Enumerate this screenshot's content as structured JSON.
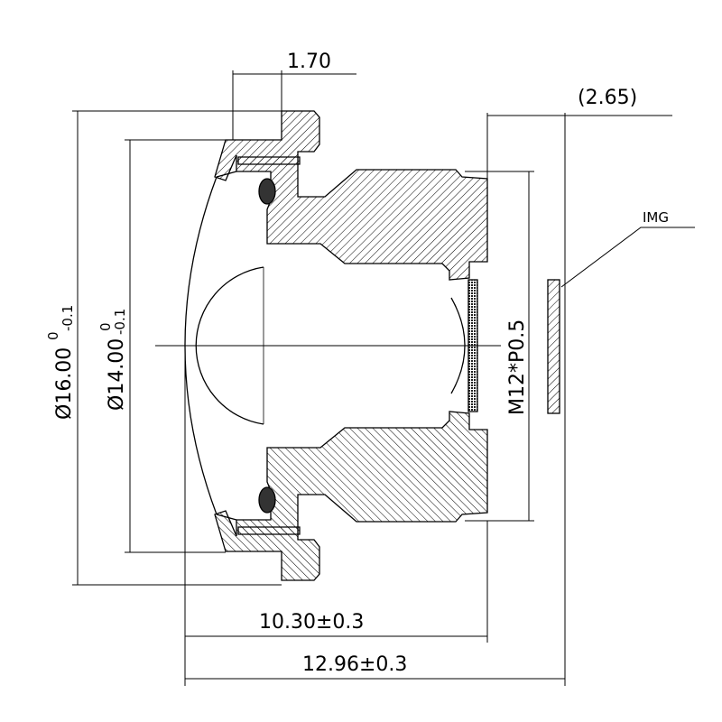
{
  "drawing": {
    "dim_flange_width": "1.70",
    "dim_image_offset": "(2.65)",
    "dim_outer_diameter": {
      "main": "Ø16.00",
      "upper_tol": "0",
      "lower_tol": "-0.1"
    },
    "dim_inner_diameter": {
      "main": "Ø14.00",
      "upper_tol": "0",
      "lower_tol": "-0.1"
    },
    "dim_thread": "M12*P0.5",
    "image_plane_label": "IMG",
    "dim_length_barrel": "10.30±0.3",
    "dim_length_total": "12.96±0.3"
  },
  "colors": {
    "line": "#000000",
    "background": "#ffffff"
  }
}
